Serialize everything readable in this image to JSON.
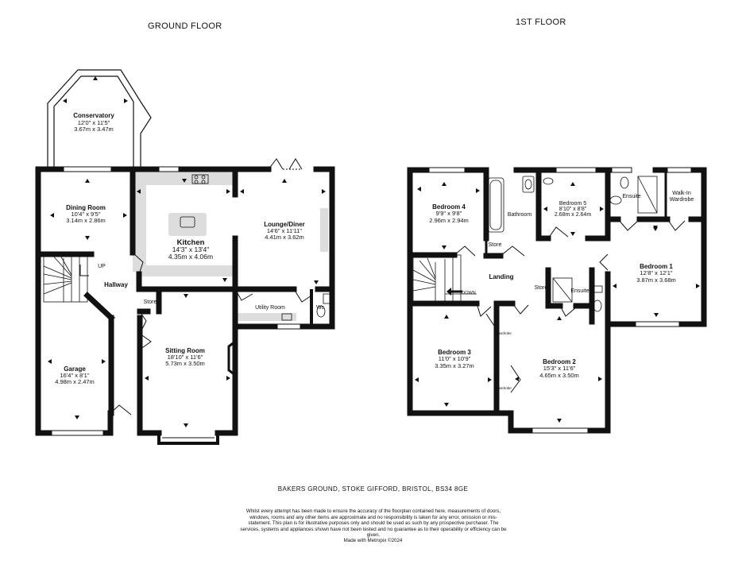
{
  "floors": {
    "ground": {
      "title": "GROUND FLOOR"
    },
    "first": {
      "title": "1ST FLOOR"
    }
  },
  "rooms": {
    "conservatory": {
      "name": "Conservatory",
      "imperial": "12'0\"  x 11'5\"",
      "metric": "3.67m  x 3.47m"
    },
    "dining": {
      "name": "Dining Room",
      "imperial": "10'4\"  x 9'5\"",
      "metric": "3.14m  x 2.86m"
    },
    "kitchen": {
      "name": "Kitchen",
      "imperial": "14'3\"  x 13'4\"",
      "metric": "4.35m  x 4.06m"
    },
    "lounge": {
      "name": "Lounge/Diner",
      "imperial": "14'6\"  x 11'11\"",
      "metric": "4.41m  x 3.62m"
    },
    "hallway": {
      "name": "Hallway"
    },
    "store_gf": {
      "name": "Store"
    },
    "utility": {
      "name": "Utility Room"
    },
    "wc": {
      "name": "Wc"
    },
    "sitting": {
      "name": "Sitting Room",
      "imperial": "18'10\"  x 11'6\"",
      "metric": "5.73m  x 3.50m"
    },
    "garage": {
      "name": "Garage",
      "imperial": "16'4\"  x 8'1\"",
      "metric": "4.98m  x 2.47m"
    },
    "bedroom4": {
      "name": "Bedroom 4",
      "imperial": "9'9\"  x 9'8\"",
      "metric": "2.96m  x 2.94m"
    },
    "bathroom": {
      "name": "Bathroom"
    },
    "store_ff": {
      "name": "Store"
    },
    "bedroom5": {
      "name": "Bedroom 5",
      "imperial": "8'10\"  x 8'8\"",
      "metric": "2.68m  x 2.64m"
    },
    "ensuite1": {
      "name": "Ensuite"
    },
    "walkin": {
      "name": "Walk-In Wardrobe"
    },
    "landing": {
      "name": "Landing"
    },
    "store_landing": {
      "name": "Store"
    },
    "ensuite2": {
      "name": "Ensuite"
    },
    "bedroom1": {
      "name": "Bedroom 1",
      "imperial": "12'8\"  x 12'1\"",
      "metric": "3.87m  x 3.68m"
    },
    "bedroom3": {
      "name": "Bedroom 3",
      "imperial": "11'0\"  x 10'9\"",
      "metric": "3.35m  x 3.27m"
    },
    "bedroom2": {
      "name": "Bedroom 2",
      "imperial": "15'3\"  x 11'6\"",
      "metric": "4.65m  x 3.50m"
    },
    "wardrobe_a": {
      "name": "Wardrobe"
    },
    "wardrobe_b": {
      "name": "Wardrobe"
    }
  },
  "stairs": {
    "up": "UP",
    "down": "DOWN"
  },
  "address": "BAKERS GROUND, STOKE GIFFORD, BRISTOL, BS34 8GE",
  "disclaimer": "Whilst every attempt has been made to ensure the accuracy of the floorplan contained here, measurements of doors, windows, rooms and any other items are approximate and no responsibility is taken for any error, omission or mis-statement. This plan is for illustrative purposes only and should be used as such by any prospective purchaser. The services, systems and appliances shown have not been tested and no guarantee as to their operability or efficiency can be given.",
  "credit": "Made with Metropix ©2024",
  "colors": {
    "wall": "#111111",
    "worktop": "#dddddd",
    "window": "#ffffff"
  }
}
